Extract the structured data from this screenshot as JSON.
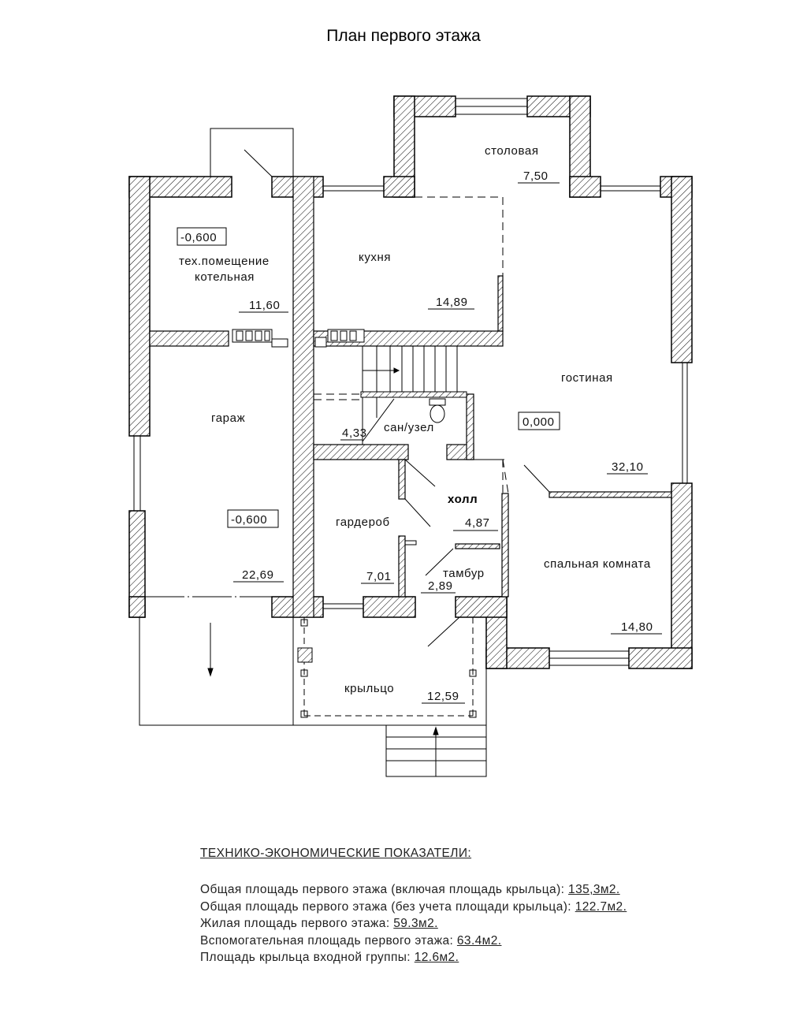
{
  "title": "План первого этажа",
  "rooms": {
    "dining": {
      "name": "столовая",
      "area": "7,50"
    },
    "tech": {
      "level": "-0,600",
      "name_line1": "тех.помещение",
      "name_line2": "котельная",
      "area": "11,60"
    },
    "kitchen": {
      "name": "кухня",
      "area": "14,89"
    },
    "living": {
      "name": "гостиная",
      "level": "0,000",
      "area": "32,10"
    },
    "garage": {
      "name": "гараж",
      "level": "-0,600",
      "area": "22,69"
    },
    "bathroom": {
      "name": "сан/узел",
      "area": "4,33"
    },
    "hall": {
      "name": "холл",
      "area": "4,87"
    },
    "wardrobe": {
      "name": "гардероб",
      "area": "7,01"
    },
    "vestibule": {
      "name": "тамбур",
      "area": "2,89"
    },
    "bedroom": {
      "name": "спальная комната",
      "area": "14,80"
    },
    "porch": {
      "name": "крыльцо",
      "area": "12,59"
    }
  },
  "indicators": {
    "heading": "ТЕХНИКО-ЭКОНОМИЧЕСКИЕ ПОКАЗАТЕЛИ:",
    "rows": [
      {
        "label": "Общая площадь первого этажа  (включая площадь крыльца): ",
        "value": "135,3м2."
      },
      {
        "label": "Общая площадь первого этажа  (без учета площади крыльца): ",
        "value": "122.7м2."
      },
      {
        "label": "Жилая площадь первого этажа: ",
        "value": "59.3м2."
      },
      {
        "label": "Вспомогательная площадь первого этажа: ",
        "value": "63.4м2."
      },
      {
        "label": "Площадь крыльца входной группы: ",
        "value": "12.6м2."
      }
    ]
  }
}
